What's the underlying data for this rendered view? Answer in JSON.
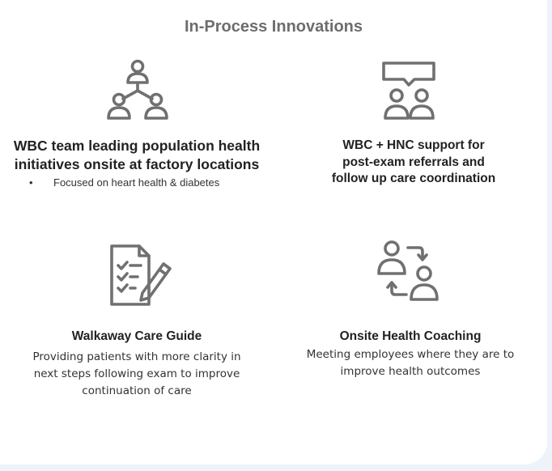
{
  "title": "In-Process Innovations",
  "cards": [
    {
      "icon": "team-network-icon",
      "heading_lines": [
        "WBC team leading population health",
        "initiatives onsite at factory locations"
      ],
      "bullet": "Focused on heart health & diabetes"
    },
    {
      "icon": "people-chat-icon",
      "heading_lines": [
        "WBC + HNC support for",
        "post-exam referrals and",
        "follow up care coordination"
      ]
    },
    {
      "icon": "checklist-pen-icon",
      "heading_lines": [
        "Walkaway Care Guide"
      ],
      "body_lines": [
        "Providing patients with more clarity in",
        "next steps following exam to improve",
        "continuation of care"
      ]
    },
    {
      "icon": "people-exchange-icon",
      "heading_lines": [
        "Onsite Health Coaching"
      ],
      "body_lines": [
        "Meeting employees where they are to",
        "improve health outcomes"
      ]
    }
  ],
  "colors": {
    "icon": "#707070",
    "title": "#6d6d6d",
    "text": "#222222",
    "background": "#eef2f9"
  }
}
